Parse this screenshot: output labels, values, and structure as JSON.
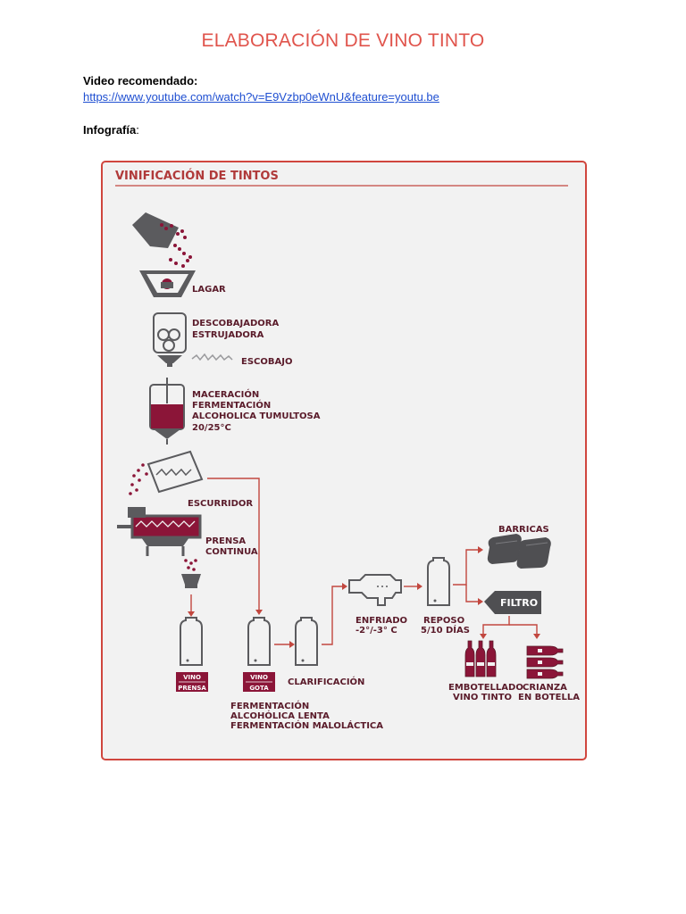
{
  "page": {
    "title": "ELABORACIÓN DE VINO TINTO",
    "video_label": "Video recomendado:",
    "video_url": "https://www.youtube.com/watch?v=E9Vzbp0eWnU&feature=youtu.be",
    "infografia_label": "Infografía",
    "infografia_colon": ":"
  },
  "infographic": {
    "heading": "VINIFICACIÓN DE TINTOS",
    "lagar": "LAGAR",
    "descobajadora": [
      "DESCOBAJADORA",
      "ESTRUJADORA"
    ],
    "escobajo": "ESCOBAJO",
    "maceracion": [
      "MACERACIÓN",
      "FERMENTACIÓN",
      "ALCOHOLICA TUMULTOSA",
      "20/25°C"
    ],
    "escurridor": "ESCURRIDOR",
    "prensa": [
      "PRENSA",
      "CONTINUA"
    ],
    "vino_prensa": [
      "VINO",
      "PRENSA"
    ],
    "vino_gota": [
      "VINO",
      "GOTA"
    ],
    "clarificacion": "CLARIFICACIÓN",
    "fermentaciones": [
      "FERMENTACIÓN",
      "ALCOHÓLICA LENTA",
      "FERMENTACIÓN MALOLÁCTICA"
    ],
    "enfriado": [
      "ENFRIADO",
      "-2°/-3° C"
    ],
    "reposo": [
      "REPOSO",
      "5/10 DÍAS"
    ],
    "barricas": "BARRICAS",
    "filtro": "FILTRO",
    "embotellado": [
      "EMBOTELLADO",
      "VINO TINTO"
    ],
    "crianza": [
      "CRIANZA",
      "EN BOTELLA"
    ]
  },
  "colors": {
    "title": "#e0544c",
    "link": "#1f4fd1",
    "frame": "#d0463e",
    "wine": "#8b1538",
    "dark_text": "#5a1b2a",
    "machine_gray": "#5b5b5e"
  },
  "icons": [
    "grape-hopper-icon",
    "lagar-icon",
    "descobajadora-icon",
    "maceration-tank-icon",
    "escurridor-icon",
    "press-icon",
    "tank-icon",
    "cooler-icon",
    "barrel-icon",
    "filter-icon",
    "bottle-icon"
  ]
}
